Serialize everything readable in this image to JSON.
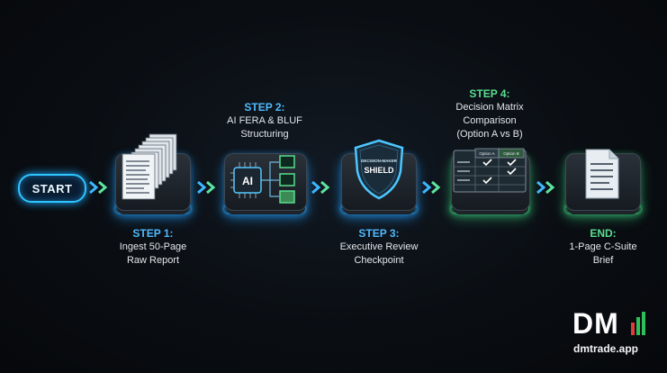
{
  "start": {
    "label": "START"
  },
  "steps": [
    {
      "title": "STEP 1:",
      "line1": "Ingest 50-Page",
      "line2": "Raw Report"
    },
    {
      "title": "STEP 2:",
      "line1": "AI FERA & BLUF",
      "line2": "Structuring"
    },
    {
      "title": "STEP 3:",
      "line1": "Executive Review",
      "line2": "Checkpoint"
    },
    {
      "title": "STEP 4:",
      "line1": "Decision Matrix",
      "line2": "Comparison",
      "line3": "(Option A vs B)"
    },
    {
      "title": "END:",
      "line1": "1-Page C-Suite",
      "line2": "Brief"
    }
  ],
  "icons": {
    "ai_chip_label": "AI",
    "shield_top": "DECISION-MAKER",
    "shield_main": "SHIELD",
    "matrix_col_a": "Option A",
    "matrix_col_b": "Option B"
  },
  "logo": {
    "mark": "DM",
    "url": "dmtrade.app"
  },
  "colors": {
    "blue": "#2ec6ff",
    "green": "#3ee08a",
    "bg": "#0a0e13"
  }
}
